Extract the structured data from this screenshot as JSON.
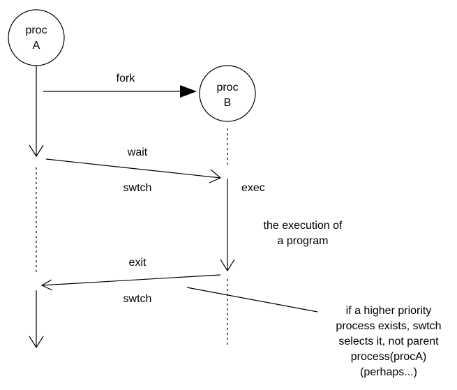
{
  "colors": {
    "line": "#000000",
    "background": "#ffffff"
  },
  "nodes": {
    "proc_a": {
      "line1": "proc",
      "line2": "A"
    },
    "proc_b": {
      "line1": "proc",
      "line2": "B"
    }
  },
  "labels": {
    "fork": "fork",
    "wait": "wait",
    "swtch_1": "swtch",
    "exec": "exec",
    "execution_line1": "the execution of",
    "execution_line2": "a program",
    "exit": "exit",
    "swtch_2": "swtch"
  },
  "note": {
    "lines": [
      "if a higher priority",
      "process exists, swtch",
      "selects it, not parent",
      "process(procA)",
      "(perhaps...)"
    ]
  }
}
